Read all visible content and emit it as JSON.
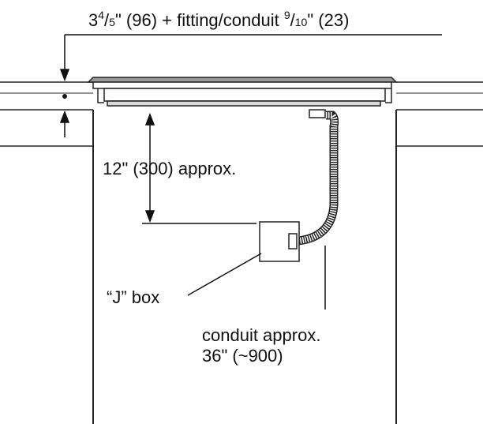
{
  "top_dimension": {
    "whole": "3",
    "frac_num": "4",
    "frac_den": "5",
    "metric": "\" (96) + fitting/conduit ",
    "fit_num": "9",
    "fit_den": "10",
    "fit_metric": "\" (23)"
  },
  "vertical_dimension": {
    "text": "12\" (300) approx."
  },
  "jbox_label": {
    "text": "“J” box"
  },
  "conduit_label": {
    "line1": "conduit approx.",
    "line2": "36\" (~900)"
  }
}
